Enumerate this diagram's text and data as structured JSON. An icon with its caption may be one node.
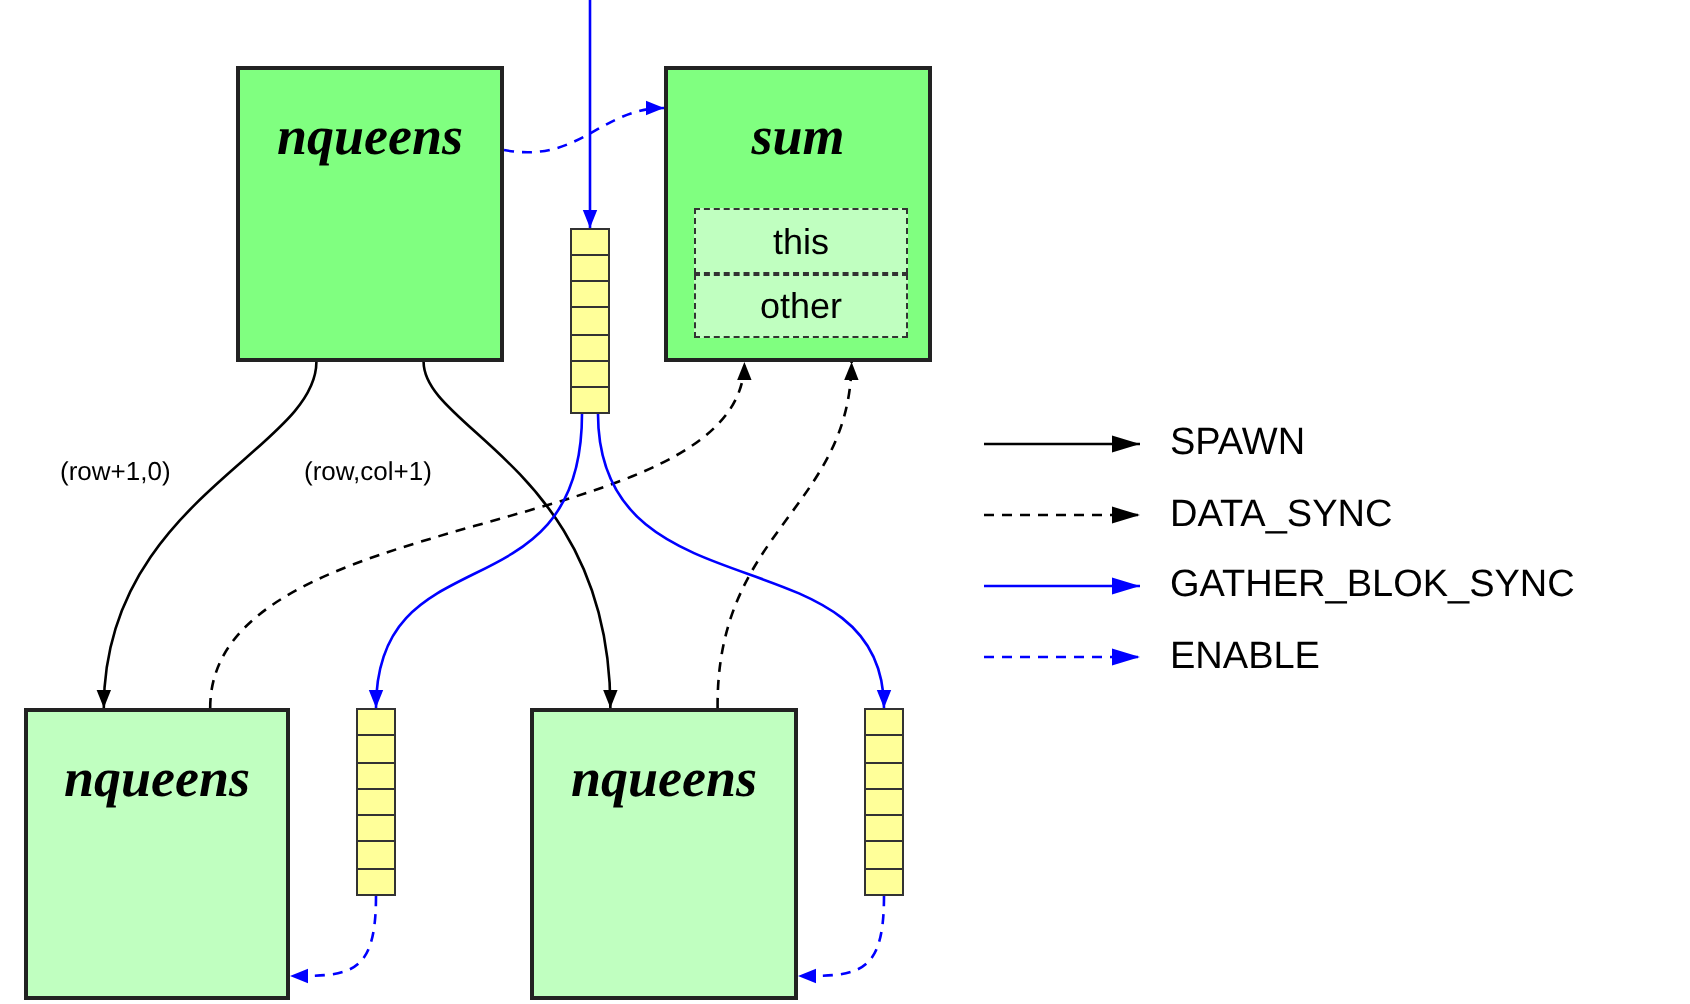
{
  "diagram": {
    "nodes": [
      {
        "text": [
          "nqueens"
        ]
      },
      {
        "text": [
          "sum"
        ]
      },
      {
        "text": [
          "this"
        ],
        "in": 1
      },
      {
        "text": [
          "other"
        ],
        "in": 1
      },
      {
        "text": [],
        "shape": "box"
      },
      {
        "text": [
          "nqueens"
        ]
      },
      {
        "text": [],
        "shape": "box"
      },
      {
        "text": [
          "nqueens"
        ]
      },
      {
        "text": [],
        "shape": "box"
      }
    ],
    "edges": [
      {
        "from": null,
        "to": 4,
        "arrow": "to",
        "color": "#0000ff"
      },
      {
        "from": 0,
        "to": 1,
        "arrow": "to",
        "style": "dashed",
        "color": "#0000ff"
      },
      {
        "from": 0,
        "to": 5,
        "arrow": "to",
        "label": "(row+1,0)",
        "color": "#000000"
      },
      {
        "from": 0,
        "to": 7,
        "arrow": "to",
        "label": "(row,col+1)",
        "color": "#000000"
      },
      {
        "from": 5,
        "to": 1,
        "arrow": "to",
        "style": "dashed",
        "color": "#000000"
      },
      {
        "from": 7,
        "to": 1,
        "arrow": "to",
        "style": "dashed",
        "color": "#000000"
      },
      {
        "from": 4,
        "to": 6,
        "arrow": "to",
        "color": "#0000ff"
      },
      {
        "from": 4,
        "to": 8,
        "arrow": "to",
        "color": "#0000ff"
      },
      {
        "from": 6,
        "to": 5,
        "arrow": "to",
        "style": "dashed",
        "color": "#0000ff"
      },
      {
        "from": 8,
        "to": 7,
        "arrow": "to",
        "style": "dashed",
        "color": "#0000ff"
      }
    ],
    "legend": [
      {
        "text": "SPAWN"
      },
      {
        "text": "DATA_SYNC"
      },
      {
        "text": "GATHER_BLOK_SYNC"
      },
      {
        "text": "ENABLE"
      }
    ]
  }
}
